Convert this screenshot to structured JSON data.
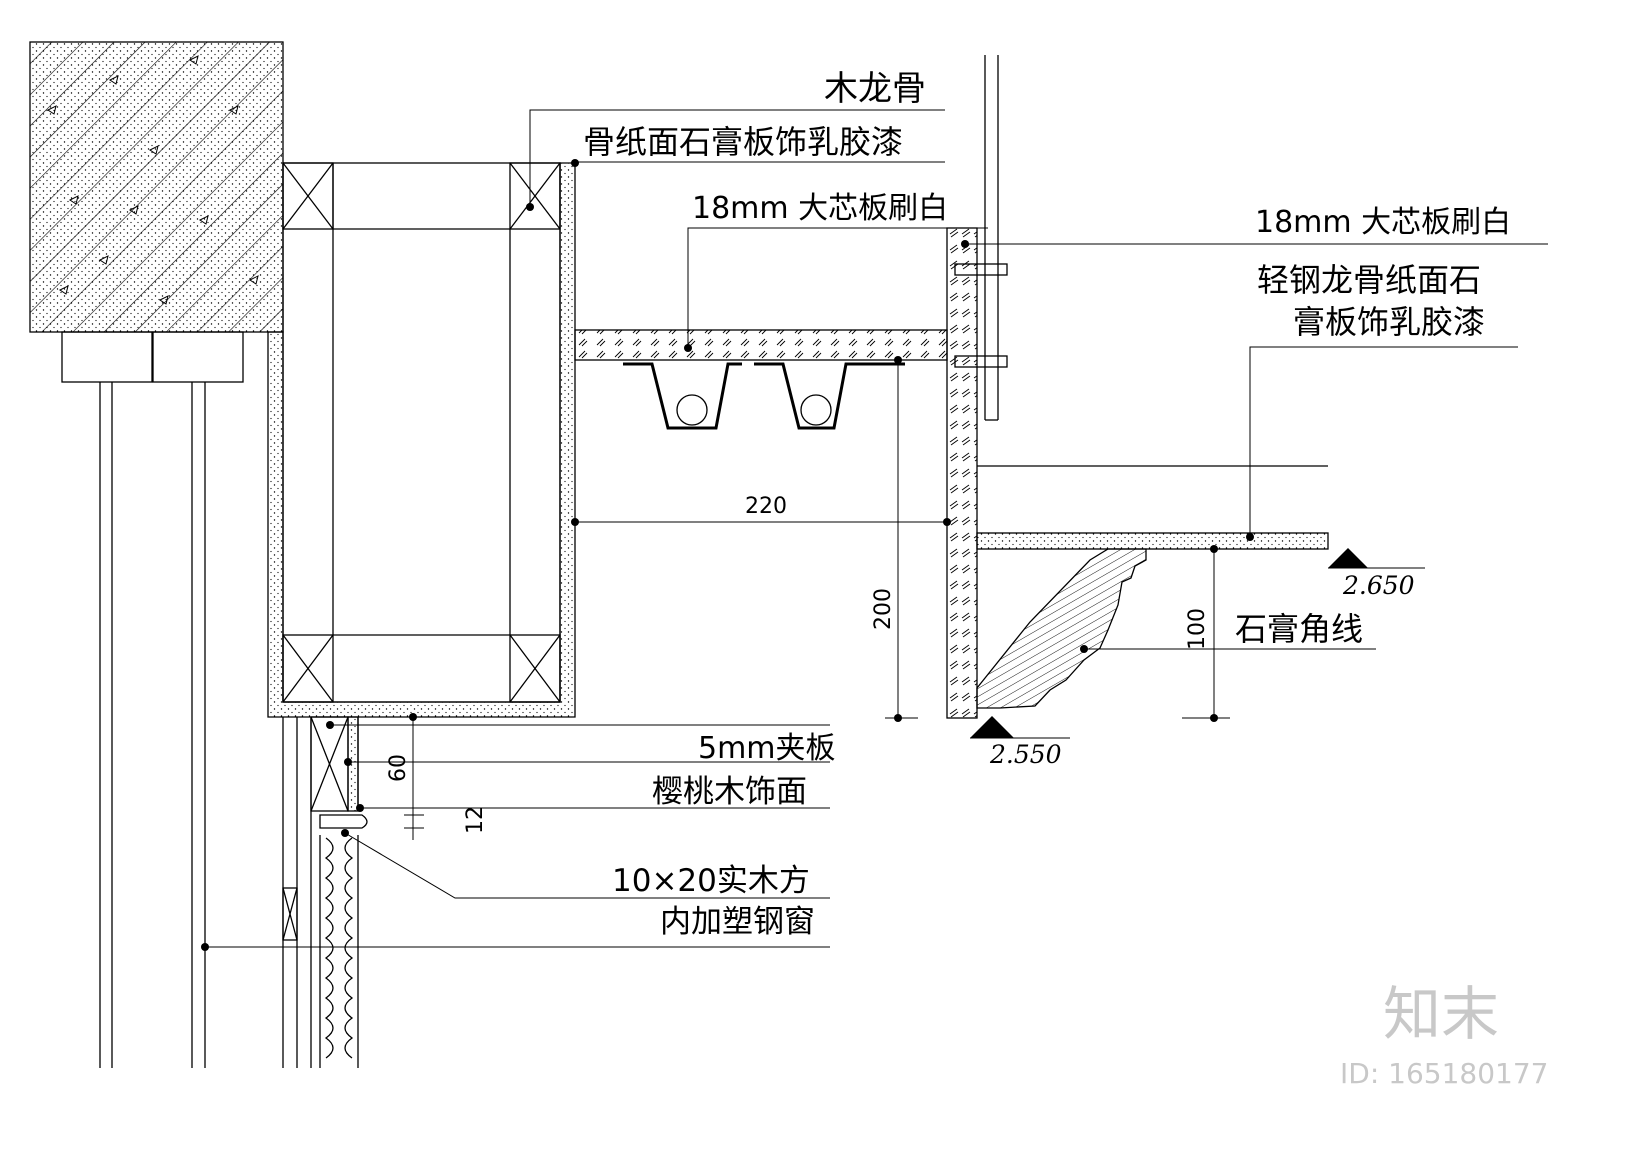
{
  "labels": {
    "wood_keel": "木龙骨",
    "gypsum_board_latex_left": "骨纸面石膏板饰乳胶漆",
    "core_board_left": "18mm 大芯板刷白",
    "core_board_right": "18mm 大芯板刷白",
    "light_steel_line1": "轻钢龙骨纸面石",
    "light_steel_line2": "膏板饰乳胶漆",
    "gypsum_cornice": "石膏角线",
    "plywood_5mm": "5mm夹板",
    "cherry_veneer": "樱桃木饰面",
    "timber_10x20": "10×20实木方",
    "plastic_steel_window": "内加塑钢窗"
  },
  "dimensions": {
    "width_220": "220",
    "height_200": "200",
    "height_100": "100",
    "height_60": "60",
    "height_12": "12"
  },
  "levels": {
    "level_upper": "2.650",
    "level_lower": "2.550"
  },
  "watermark": {
    "brand": "知末",
    "id": "ID: 165180177"
  }
}
